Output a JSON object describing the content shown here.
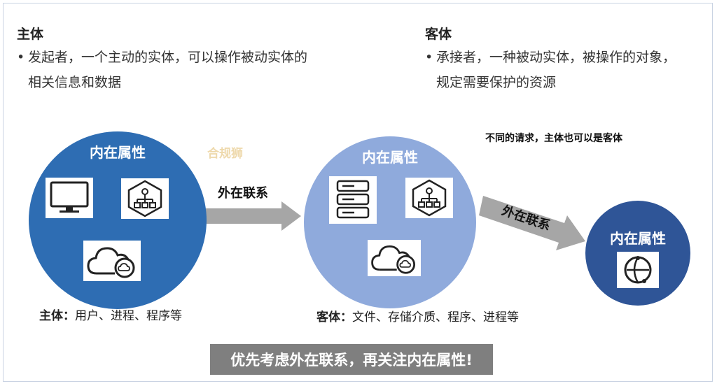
{
  "subject": {
    "heading": "主体",
    "bullet_line1": "发起者，一个主动的实体，可以操作被动实体的",
    "bullet_line2": "相关信息和数据"
  },
  "object": {
    "heading": "客体",
    "bullet_line1": "承接者，一种被动实体，被操作的对象，",
    "bullet_line2": "规定需要保护的资源"
  },
  "bullet_mark": "•",
  "note": "不同的请求，主体也可以是客体",
  "circles": {
    "left_title": "内在属性",
    "middle_title": "内在属性",
    "right_title": "内在属性"
  },
  "arrows": {
    "first_label": "外在联系",
    "second_label": "外在联系"
  },
  "captions": {
    "subject_bold": "主体：",
    "subject_text": "用户、进程、程序等",
    "object_bold": "客体：",
    "object_text": "文件、存储介质、程序、进程等"
  },
  "watermark": "合规狮",
  "banner": "优先考虑外在联系，再关注内在属性!",
  "icons": [
    "monitor-icon",
    "org-chart-icon",
    "cloud-icon",
    "server-icon",
    "globe-icon"
  ],
  "colors": {
    "left_circle": "#2e6db3",
    "middle_circle": "#8faadc",
    "right_circle": "#2f5597",
    "arrow": "#a6a6a6",
    "banner": "#7f7f7f"
  }
}
